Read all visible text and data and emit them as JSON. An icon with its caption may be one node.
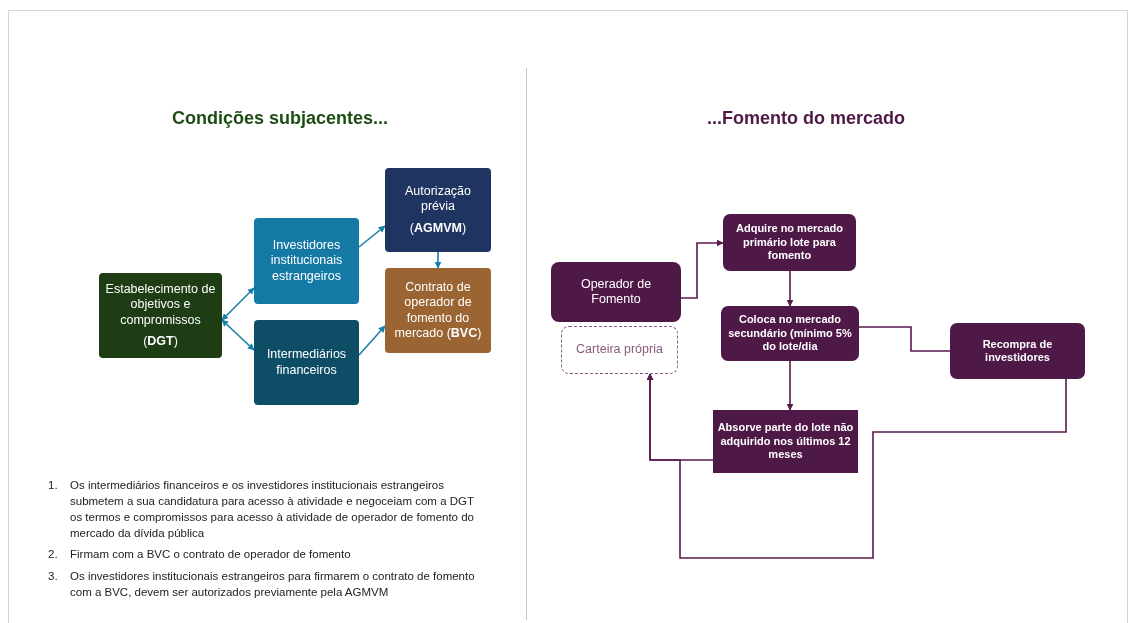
{
  "diagram": {
    "nodes": [
      {
        "text": [
          "Estabelecimento de objetivos e compromissos",
          "(**DGT**)"
        ]
      },
      {
        "text": [
          "Investidores institucionais estrangeiros"
        ]
      },
      {
        "text": [
          "Intermediários financeiros"
        ]
      },
      {
        "text": [
          "Autorização prévia",
          "(**AGMVM**)"
        ]
      },
      {
        "text": [
          "Contrato de operador de fomento do mercado (**BVC**)"
        ]
      },
      {
        "text": [
          "Operador de Fomento"
        ]
      },
      {
        "text": [
          "Carteira própria"
        ]
      },
      {
        "text": [
          "Adquire no mercado primário lote para fomento"
        ]
      },
      {
        "text": [
          "Coloca no mercado secundário (mínimo 5% do lote/dia"
        ]
      },
      {
        "text": [
          "Recompra de investidores"
        ]
      },
      {
        "text": [
          "Absorve parte do lote não adquirido nos últimos 12 meses"
        ]
      }
    ],
    "edges": [
      {
        "from": 0,
        "to": 1,
        "arrow": "both",
        "color": "#1a7fa8"
      },
      {
        "from": 0,
        "to": 2,
        "arrow": "both",
        "color": "#1a7fa8"
      },
      {
        "from": 1,
        "to": 3,
        "arrow": "to",
        "color": "#1a7fa8"
      },
      {
        "from": 3,
        "to": 4,
        "arrow": "to",
        "color": "#1a7fa8"
      },
      {
        "from": 2,
        "to": 4,
        "arrow": "to",
        "color": "#1a7fa8"
      },
      {
        "from": 5,
        "to": 7,
        "arrow": "to"
      },
      {
        "from": 7,
        "to": 8,
        "arrow": "to"
      },
      {
        "from": 8,
        "to": 10,
        "arrow": "to"
      },
      {
        "from": 8,
        "to": 9,
        "arrow": "none"
      },
      {
        "from": 10,
        "to": 6,
        "arrow": "to"
      },
      {
        "from": 9,
        "to": 6,
        "arrow": "to"
      }
    ],
    "labels": [
      "Condições subjacentes...",
      "...Fomento do mercado",
      "1.",
      "Os intermediários financeiros e os investidores institucionais estrangeiros submetem a sua candidatura para acesso à atividade e negoceiam com a DGT os termos e compromissos para acesso à atividade de operador de fomento do mercado da dívida pública",
      "2.",
      "Firmam com a BVC o contrato de operador de fomento",
      "3.",
      "Os investidores institucionais estrangeiros para firmarem o contrato de fomento com a BVC, devem ser autorizados previamente pela AGMVM"
    ]
  }
}
